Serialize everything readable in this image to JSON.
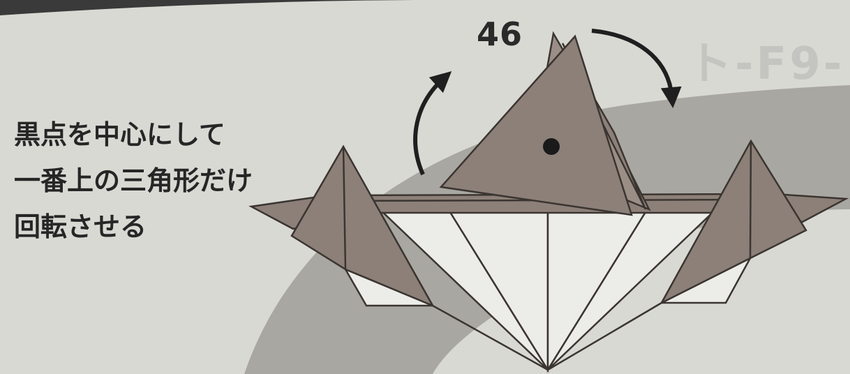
{
  "step": {
    "number": "46"
  },
  "instruction": {
    "lines": [
      "黒点を中心にして",
      "一番上の三角形だけ",
      "回転させる"
    ]
  },
  "background_heading": "ト-F9-",
  "colors": {
    "paper": "#d9d9d4",
    "gray_band": "#a9a7a1",
    "model_fill": "#8c8079",
    "model_fill_light": "#9a8e86",
    "model_edge": "#3b3531",
    "white_part": "#ecece8",
    "arrow": "#1f1f1f",
    "dot": "#1a1a1a"
  },
  "icons": [
    "rotate-ccw-arrow-icon",
    "rotate-cw-arrow-icon",
    "center-dot-icon"
  ]
}
